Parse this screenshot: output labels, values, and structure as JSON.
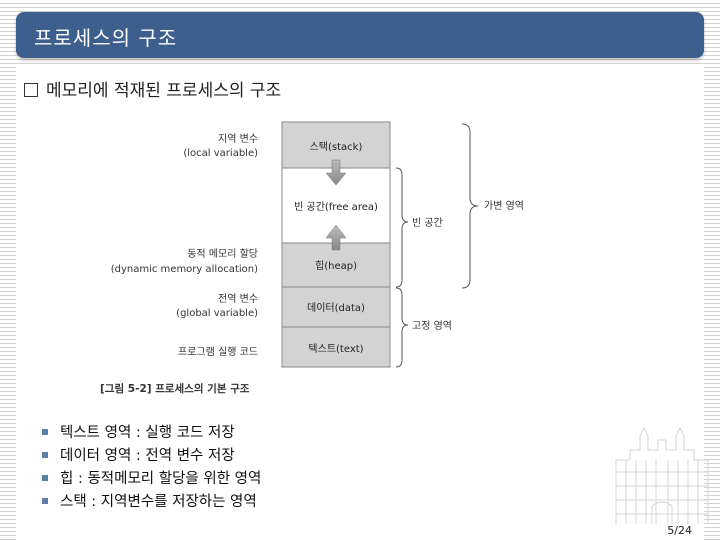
{
  "slide": {
    "title": "프로세스의 구조",
    "heading": "메모리에 적재된 프로세스의 구조",
    "page_number": "5/24"
  },
  "diagram": {
    "segments": [
      {
        "label": "스택(stack)"
      },
      {
        "label": "빈 공간(free area)"
      },
      {
        "label": "힙(heap)"
      },
      {
        "label": "데이터(data)"
      },
      {
        "label": "텍스트(text)"
      }
    ],
    "left_labels": [
      {
        "line1": "지역 변수",
        "line2": "(local variable)"
      },
      {
        "line1": "동적 메모리 할당",
        "line2": "(dynamic memory allocation)"
      },
      {
        "line1": "전역 변수",
        "line2": "(global variable)"
      },
      {
        "line1": "프로그램 실행 코드",
        "line2": ""
      }
    ],
    "right_labels": {
      "free_space": "빈 공간",
      "variable_region": "가변 영역",
      "fixed_region": "고정 영역"
    },
    "caption": "[그림 5-2] 프로세스의 기본 구조"
  },
  "bullets": [
    "텍스트 영역 : 실행 코드 저장",
    "데이터 영역 : 전역 변수 저장",
    "힙 : 동적메모리 할당을 위한 영역",
    "스택 : 지역변수를 저장하는 영역"
  ],
  "colors": {
    "title_bar": "#3c5f8e",
    "bullet": "#5d7fa3",
    "segment_fill": "#d3d3d3"
  }
}
